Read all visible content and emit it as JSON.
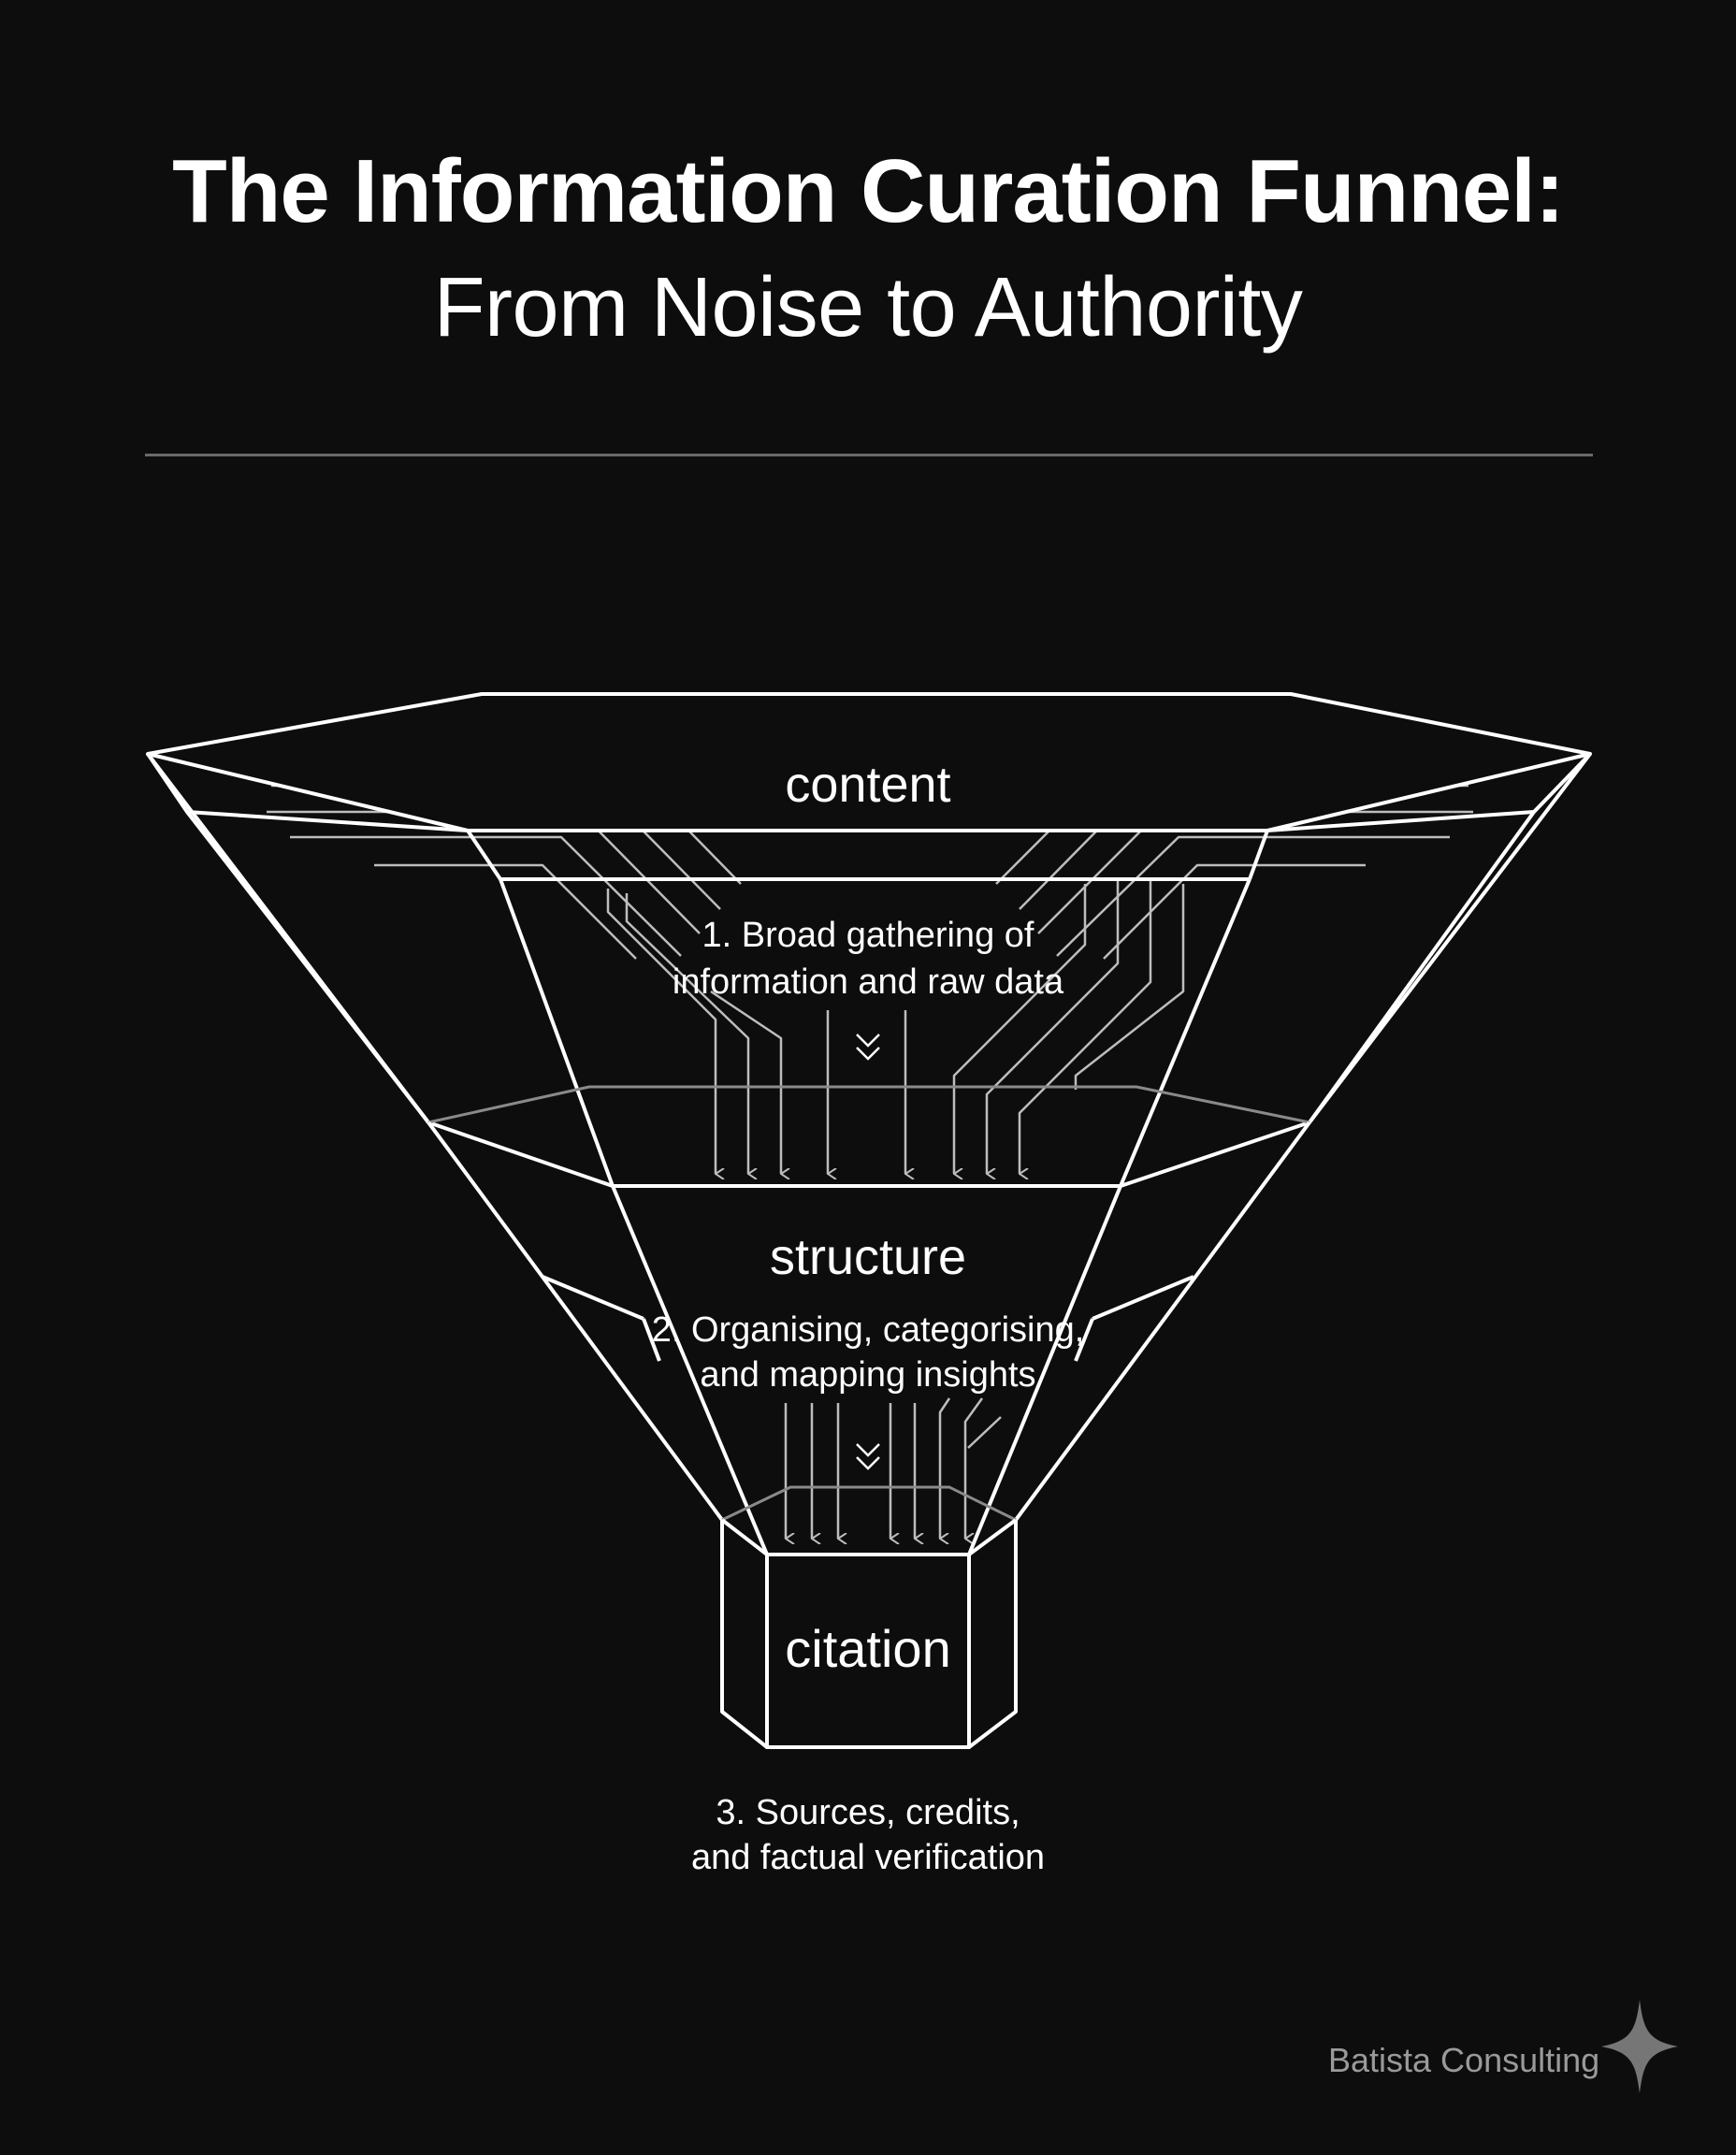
{
  "title": {
    "main": "The Information Curation Funnel:",
    "sub": "From Noise to Authority"
  },
  "stages": [
    {
      "label": "content",
      "description_lines": [
        "1. Broad gathering of",
        "information and raw data"
      ]
    },
    {
      "label": "structure",
      "description_lines": [
        "2. Organising, categorising,",
        "and mapping insights"
      ]
    },
    {
      "label": "citation",
      "description_lines": [
        "3. Sources, credits,",
        "and factual verification"
      ]
    }
  ],
  "brand": {
    "name": "Batista Consulting",
    "icon": "sparkle-icon"
  },
  "colors": {
    "background": "#0d0d0d",
    "lines": "#ffffff",
    "flow_lines": "#bdbdbd",
    "divider": "#6a6a6a",
    "brand_text": "#9a9a9a"
  }
}
